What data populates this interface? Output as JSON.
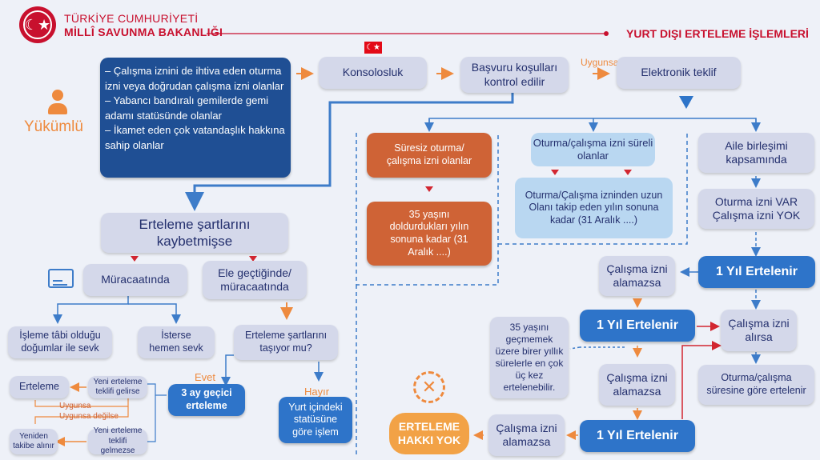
{
  "header": {
    "org_line1": "TÜRKİYE CUMHURİYETİ",
    "org_line2": "MİLLÎ SAVUNMA BAKANLIĞI",
    "page_title": "YURT DIŞI ERTELEME İŞLEMLERİ"
  },
  "colors": {
    "navy": "#1f4f94",
    "brand_red": "#c8102e",
    "orange": "#cf6336",
    "blue": "#2e74c9",
    "lavender": "#d4d8ea"
  },
  "left": {
    "person_label": "Yükümlü",
    "eligibility": [
      "– Çalışma iznini de ihtiva eden oturma izni veya doğrudan çalışma izni olanlar",
      "– Yabancı bandıralı gemilerde gemi adamı statüsünde olanlar",
      "– İkamet eden çok vatandaşlık hakkına sahip olanlar"
    ],
    "conditions_lost": "Erteleme şartlarını kaybetmişse",
    "on_application": "Müracaatında",
    "on_capture": "Ele geçtiğinde/ müracaatında",
    "subject_to_proc": "İşleme tâbi olduğu doğumlar ile sevk",
    "immediate": "İsterse hemen sevk",
    "meets_conditions": "Erteleme şartlarını taşıyor mu?",
    "yes": "Evet",
    "no": "Hayır",
    "temp_deferral": "3 ay geçici erteleme",
    "domestic_status": "Yurt içindeki statüsüne göre işlem",
    "deferral": "Erteleme",
    "if_new_offer_comes": "Yeni erteleme teklifi gelirse",
    "eligible": "Uygunsa",
    "not_eligible": "Uygunsa değilse",
    "new_followup": "Yeniden takibe alınır",
    "if_no_new_offer": "Yeni erteleme teklifi gelmezse"
  },
  "top": {
    "consulate": "Konsolosluk",
    "requirements": "Başvuru koşulları kontrol edilir",
    "eligible": "Uygunsa",
    "electronic_offer": "Elektronik teklif"
  },
  "middle": {
    "indefinite": "Süresiz oturma/çalışma izni olanlar",
    "until_35": "35 yaşını doldurdukları yılın sonuna kadar (31 Aralık ....)",
    "limited": "Oturma/çalışma izni süreli olanlar",
    "longer_term": "Oturma/Çalışma izninden uzun Olanı takip eden yılın sonuna kadar (31 Aralık ....)"
  },
  "right": {
    "family": "Aile birleşimi kapsamında",
    "residence_yes": "Oturma izni VAR Çalışma izni YOK",
    "defer_1yr": "1 Yıl Ertelenir",
    "if_no_work_permit": "Çalışma izni alamazsa",
    "if_gets_work_permit": "Çalışma izni alırsa",
    "by_permit_duration": "Oturma/çalışma süresine göre ertelenir",
    "max_three": "35 yaşını geçmemek üzere birer yıllık sürelerle en çok üç kez ertelenebilir.",
    "no_deferral": "ERTELEME HAKKI YOK"
  }
}
